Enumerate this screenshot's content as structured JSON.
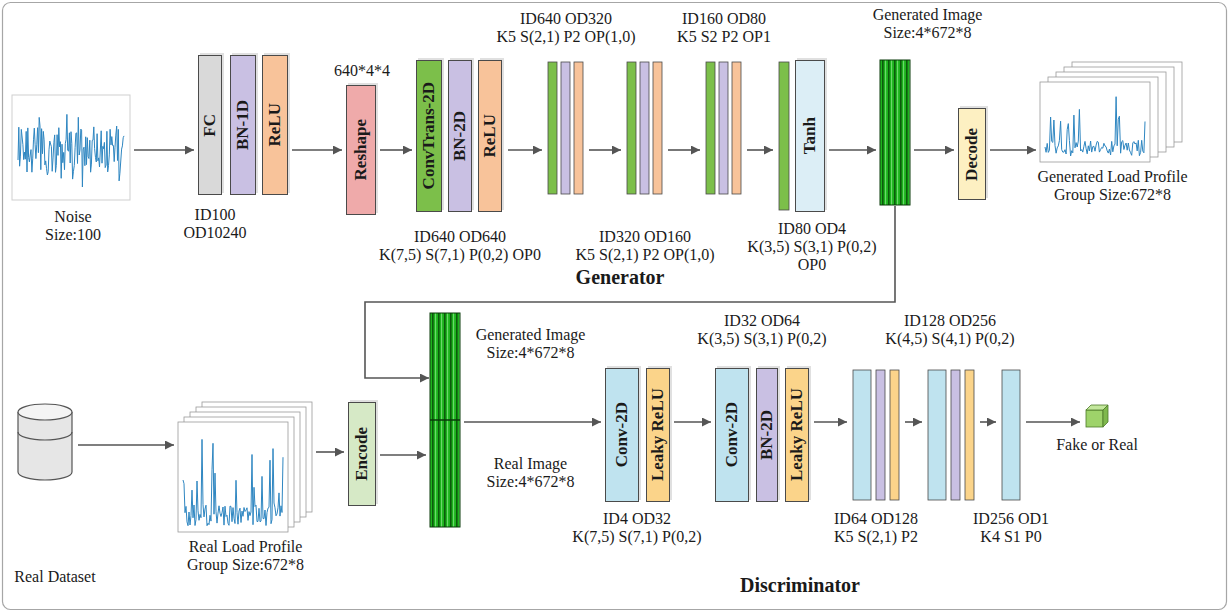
{
  "diagram": {
    "nodes": [
      {
        "text": [
          "Noise Size:100"
        ]
      },
      {
        "text": [
          "FC"
        ]
      },
      {
        "text": [
          "BN-1D"
        ]
      },
      {
        "text": [
          "ReLU"
        ]
      },
      {
        "text": [
          "Reshape"
        ]
      },
      {
        "text": [
          "ConvTrans-2D"
        ]
      },
      {
        "text": [
          "BN-2D"
        ]
      },
      {
        "text": [
          "ReLU"
        ]
      },
      {
        "text": [
          "Tanh"
        ]
      },
      {
        "text": [
          "Generated Image Size:4*672*8"
        ]
      },
      {
        "text": [
          "Decode"
        ]
      },
      {
        "text": [
          "Generated Load Profile Group Size:672*8"
        ]
      },
      {
        "text": [
          "Real Dataset"
        ]
      },
      {
        "text": [
          "Real Load Profile Group Size:672*8"
        ]
      },
      {
        "text": [
          "Encode"
        ]
      },
      {
        "text": [
          "Generated Image Size:4*672*8",
          "Real Image Size:4*672*8"
        ]
      },
      {
        "text": [
          "Conv-2D"
        ]
      },
      {
        "text": [
          "Leaky ReLU"
        ]
      },
      {
        "text": [
          "Conv-2D"
        ]
      },
      {
        "text": [
          "BN-2D"
        ]
      },
      {
        "text": [
          "Leaky ReLU"
        ]
      },
      {
        "text": [
          "Fake or Real"
        ]
      }
    ],
    "edges": [
      {
        "from": 0,
        "to": 1,
        "arrow": "to"
      },
      {
        "from": 3,
        "to": 4,
        "arrow": "to"
      },
      {
        "from": 4,
        "to": 5,
        "arrow": "to"
      },
      {
        "from": 8,
        "to": 9,
        "arrow": "to"
      },
      {
        "from": 9,
        "to": 10,
        "arrow": "to"
      },
      {
        "from": 10,
        "to": 11,
        "arrow": "to"
      },
      {
        "from": 9,
        "to": 15,
        "arrow": "to"
      },
      {
        "from": 12,
        "to": 13,
        "arrow": "to"
      },
      {
        "from": 13,
        "to": 14,
        "arrow": "to"
      },
      {
        "from": 14,
        "to": 15,
        "arrow": "to"
      },
      {
        "from": 15,
        "to": 16,
        "arrow": "to"
      },
      {
        "from": 17,
        "to": 18,
        "arrow": "to"
      }
    ],
    "labels": [
      "640*4*4",
      "ID100 OD10240",
      "ID640 OD640",
      "K(7,5) S(7,1) P(0,2) OP0",
      "ID640 OD320",
      "K5 S(2,1) P2 OP(1,0)",
      "ID320 OD160",
      "K5 S(2,1) P2 OP(1,0)",
      "ID160 OD80",
      "K5 S2 P2 OP1",
      "ID80 OD4",
      "K(3,5) S(3,1) P(0,2)",
      "OP0",
      "Generator",
      "ID4 OD32",
      "K(7,5) S(7,1) P(0,2)",
      "ID32 OD64",
      "K(3,5) S(3,1) P(0,2)",
      "ID64 OD128",
      "K5 S(2,1) P2",
      "ID128 OD256",
      "K(4,5) S(4,1) P(0,2)",
      "ID256 OD1",
      "K4 S1 P0",
      "Discriminator"
    ]
  }
}
